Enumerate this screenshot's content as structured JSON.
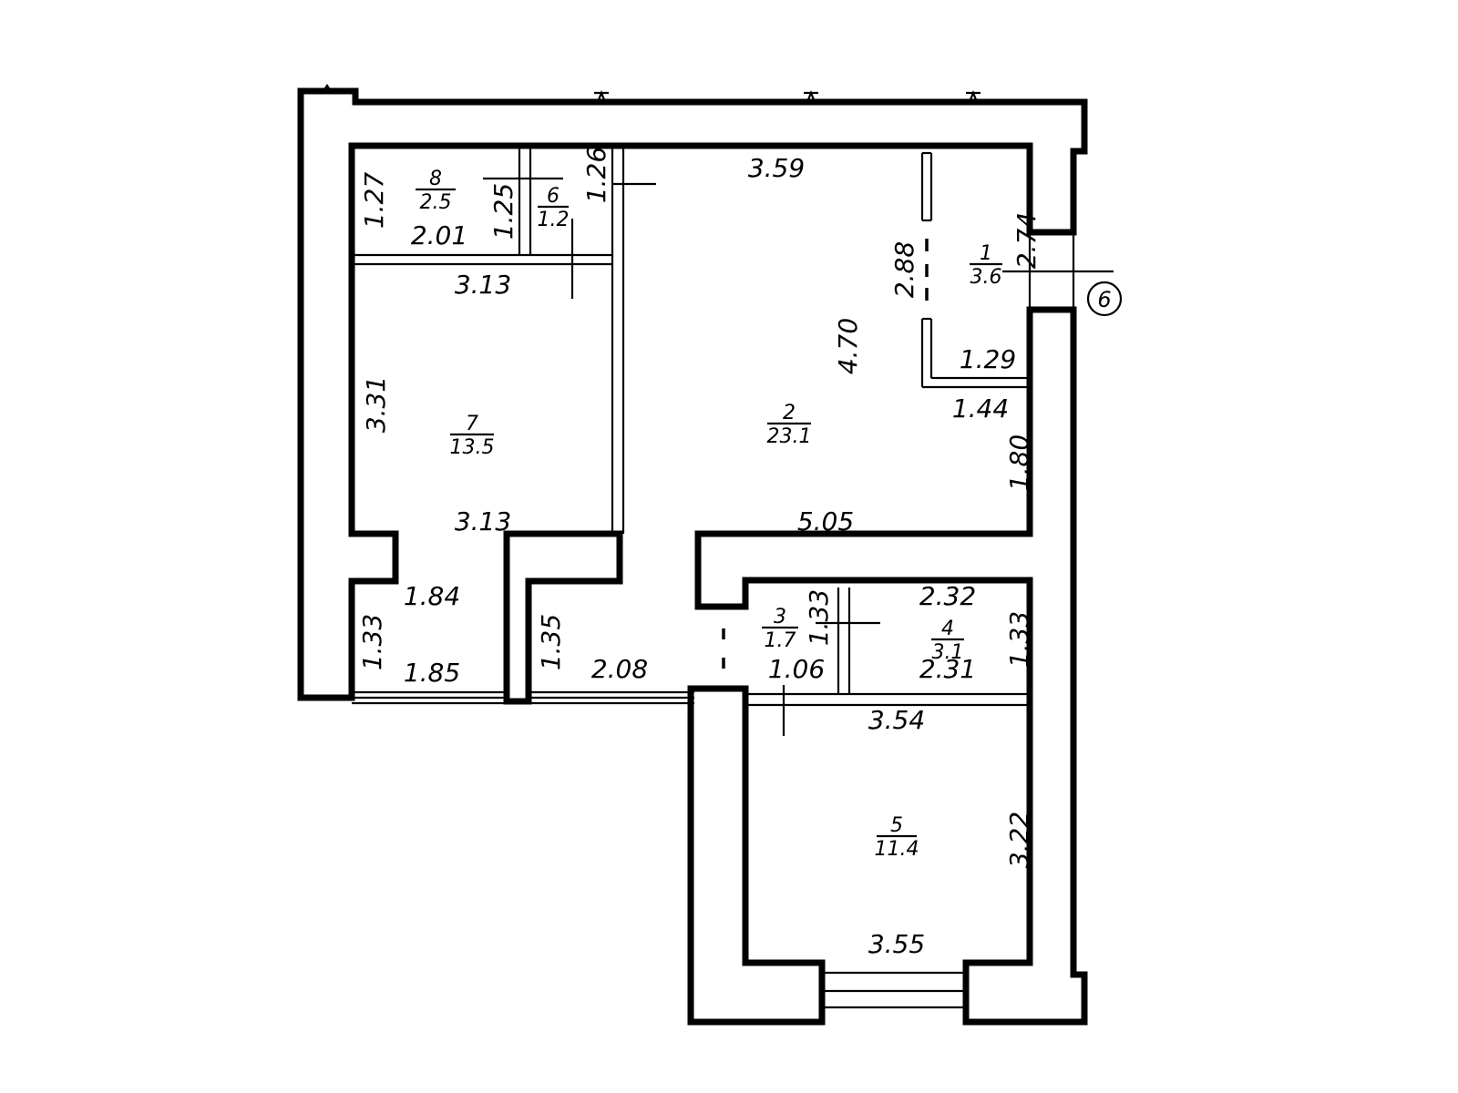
{
  "rooms": [
    {
      "number": "1",
      "area": "3.6"
    },
    {
      "number": "2",
      "area": "23.1"
    },
    {
      "number": "3",
      "area": "1.7"
    },
    {
      "number": "4",
      "area": "3.1"
    },
    {
      "number": "5",
      "area": "11.4"
    },
    {
      "number": "6",
      "area": "1.2"
    },
    {
      "number": "7",
      "area": "13.5"
    },
    {
      "number": "8",
      "area": "2.5"
    }
  ],
  "dimensions": {
    "r8_height": "1.27",
    "r8_width": "2.01",
    "r6_height": "1.25",
    "r6_side": "1.26",
    "r2_top": "3.59",
    "r2_height": "4.70",
    "r2_bottom": "5.05",
    "r2_right": "1.80",
    "r1_height": "2.88",
    "r1_side": "2.74",
    "r1_width": "1.29",
    "r1_bottom": "1.44",
    "r7_top": "3.13",
    "r7_height": "3.31",
    "r7_bottom": "3.13",
    "bal_top": "1.84",
    "bal_left": "1.33",
    "bal_width": "1.85",
    "hall_height": "1.35",
    "hall_width": "2.08",
    "r3_height": "1.33",
    "r3_width": "1.06",
    "r4_top": "2.32",
    "r4_height": "1.33",
    "r4_width": "2.31",
    "r5_top": "3.54",
    "r5_height": "3.22",
    "r5_bottom": "3.55"
  },
  "axis_marker": "6"
}
